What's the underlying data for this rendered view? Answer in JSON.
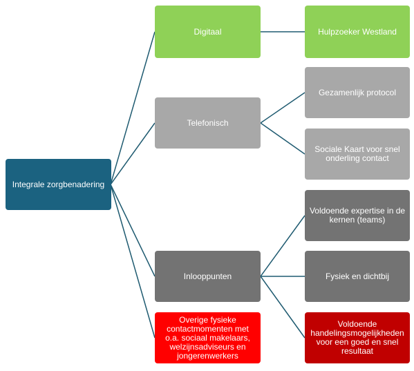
{
  "colors": {
    "root": "#1b6280",
    "green": "#8fd157",
    "light_gray": "#a8a8a8",
    "dark_gray": "#737373",
    "red": "#ff0000",
    "dark_red": "#c00000",
    "connector": "#1e5a70"
  },
  "root": {
    "label": "Integrale zorgbenadering"
  },
  "branches": [
    {
      "label": "Digitaal",
      "children": [
        "Hulpzoeker Westland"
      ]
    },
    {
      "label": "Telefonisch",
      "children": [
        "Gezamenlijk protocol",
        "Sociale Kaart voor snel onderling contact"
      ]
    },
    {
      "label": "Inlooppunten",
      "children": [
        "Voldoende expertise in de kernen (teams)",
        "Fysiek en dichtbij",
        "Voldoende handelingsmogelijkheden voor een goed en snel resultaat"
      ]
    },
    {
      "label": "Overige fysieke contactmomenten met o.a. sociaal makelaars, welzijnsadviseurs en jongerenwerkers",
      "children": []
    }
  ]
}
